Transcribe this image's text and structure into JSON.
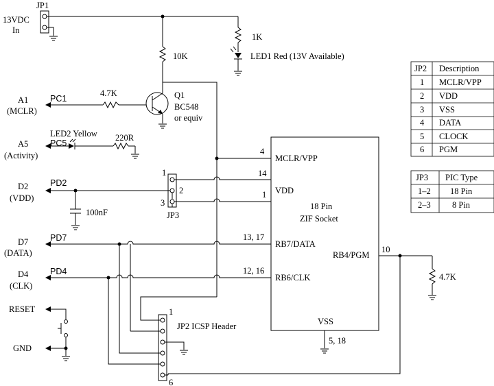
{
  "jp1": {
    "title": "JP1",
    "label1": "13VDC",
    "label2": "In"
  },
  "r_1k": "1K",
  "led1": "LED1 Red (13V Available)",
  "r_10k": "10K",
  "q1": {
    "name": "Q1",
    "part": "BC548",
    "note": "or equiv"
  },
  "r_4k7_base": "4.7K",
  "r_220": "220R",
  "led2": "LED2 Yellow",
  "cap": "100nF",
  "jp3_label": "JP3",
  "jp3_pins": {
    "p1": "1",
    "p2": "2",
    "p3": "3"
  },
  "ports": {
    "a1": {
      "pin": "A1",
      "func": "(MCLR)",
      "net": "PC1"
    },
    "a5": {
      "pin": "A5",
      "func": "(Activity)",
      "net": "PC5"
    },
    "d2": {
      "pin": "D2",
      "func": "(VDD)",
      "net": "PD2"
    },
    "d7": {
      "pin": "D7",
      "func": "(DATA)",
      "net": "PD7"
    },
    "d4": {
      "pin": "D4",
      "func": "(CLK)",
      "net": "PD4"
    },
    "reset": "RESET",
    "gnd": "GND"
  },
  "socket": {
    "title1": "18 Pin",
    "title2": "ZIF Socket",
    "mclr": "MCLR/VPP",
    "vdd": "VDD",
    "rb7": "RB7/DATA",
    "rb6": "RB6/CLK",
    "rb4": "RB4/PGM",
    "vss": "VSS"
  },
  "pin_numbers": {
    "mclr": "4",
    "vdd_jp3_1": "14",
    "vdd_jp3_3": "1",
    "rb7": "13, 17",
    "rb6": "12, 16",
    "rb4": "10",
    "vss": "5, 18"
  },
  "r_4k7_pgm": "4.7K",
  "jp2": {
    "label": "JP2 ICSP Header",
    "pin_first": "1",
    "pin_last": "6"
  },
  "jp2_table": {
    "headers": [
      "JP2",
      "Description"
    ],
    "rows": [
      [
        "1",
        "MCLR/VPP"
      ],
      [
        "2",
        "VDD"
      ],
      [
        "3",
        "VSS"
      ],
      [
        "4",
        "DATA"
      ],
      [
        "5",
        "CLOCK"
      ],
      [
        "6",
        "PGM"
      ]
    ]
  },
  "jp3_table": {
    "headers": [
      "JP3",
      "PIC Type"
    ],
    "rows": [
      [
        "1–2",
        "18 Pin"
      ],
      [
        "2–3",
        "8 Pin"
      ]
    ]
  }
}
